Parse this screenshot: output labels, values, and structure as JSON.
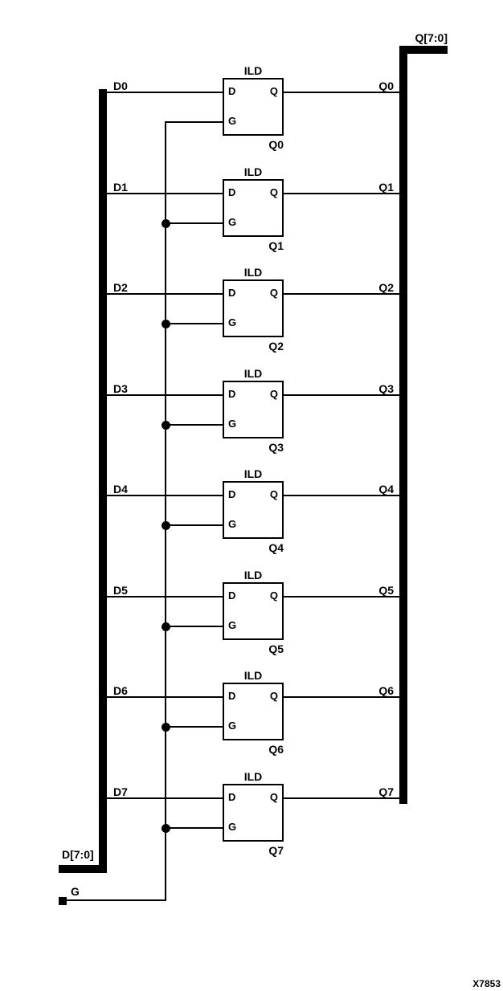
{
  "figure_id": "X7853",
  "buses": {
    "q_bus_label": "Q[7:0]",
    "d_bus_label": "D[7:0]"
  },
  "gate_input_label": "G",
  "pins": {
    "d": "D",
    "g": "G",
    "q": "Q"
  },
  "latches": [
    {
      "type": "ILD",
      "d_label": "D0",
      "q_label": "Q0",
      "instance": "Q0"
    },
    {
      "type": "ILD",
      "d_label": "D1",
      "q_label": "Q1",
      "instance": "Q1"
    },
    {
      "type": "ILD",
      "d_label": "D2",
      "q_label": "Q2",
      "instance": "Q2"
    },
    {
      "type": "ILD",
      "d_label": "D3",
      "q_label": "Q3",
      "instance": "Q3"
    },
    {
      "type": "ILD",
      "d_label": "D4",
      "q_label": "Q4",
      "instance": "Q4"
    },
    {
      "type": "ILD",
      "d_label": "D5",
      "q_label": "Q5",
      "instance": "Q5"
    },
    {
      "type": "ILD",
      "d_label": "D6",
      "q_label": "Q6",
      "instance": "Q6"
    },
    {
      "type": "ILD",
      "d_label": "D7",
      "q_label": "Q7",
      "instance": "Q7"
    }
  ],
  "colors": {
    "line": "#000000",
    "background": "#ffffff"
  }
}
